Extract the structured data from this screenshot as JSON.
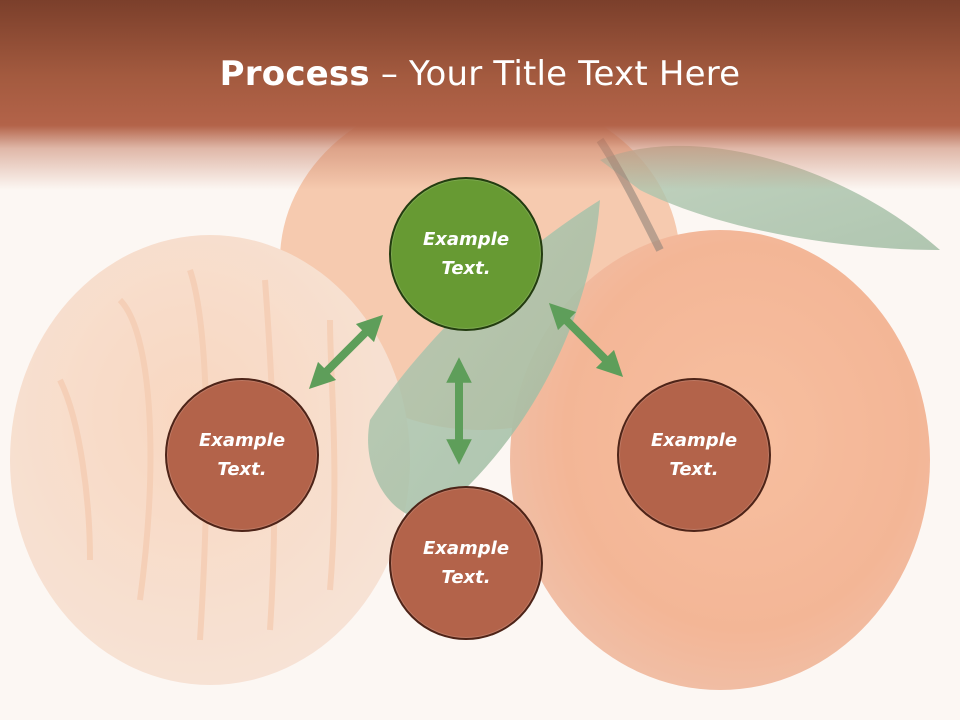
{
  "title": {
    "bold": "Process",
    "separator": " – ",
    "rest": "Your Title Text Here"
  },
  "nodes": {
    "top": "Example Text.",
    "left": "Example Text.",
    "right": "Example Text.",
    "bottom": "Example Text."
  },
  "colors": {
    "title_band": "#a35a3f",
    "center_node": "#679a33",
    "outer_node": "#b3634a",
    "arrow": "#5e9e5a",
    "node_outline": "#4e2418"
  }
}
